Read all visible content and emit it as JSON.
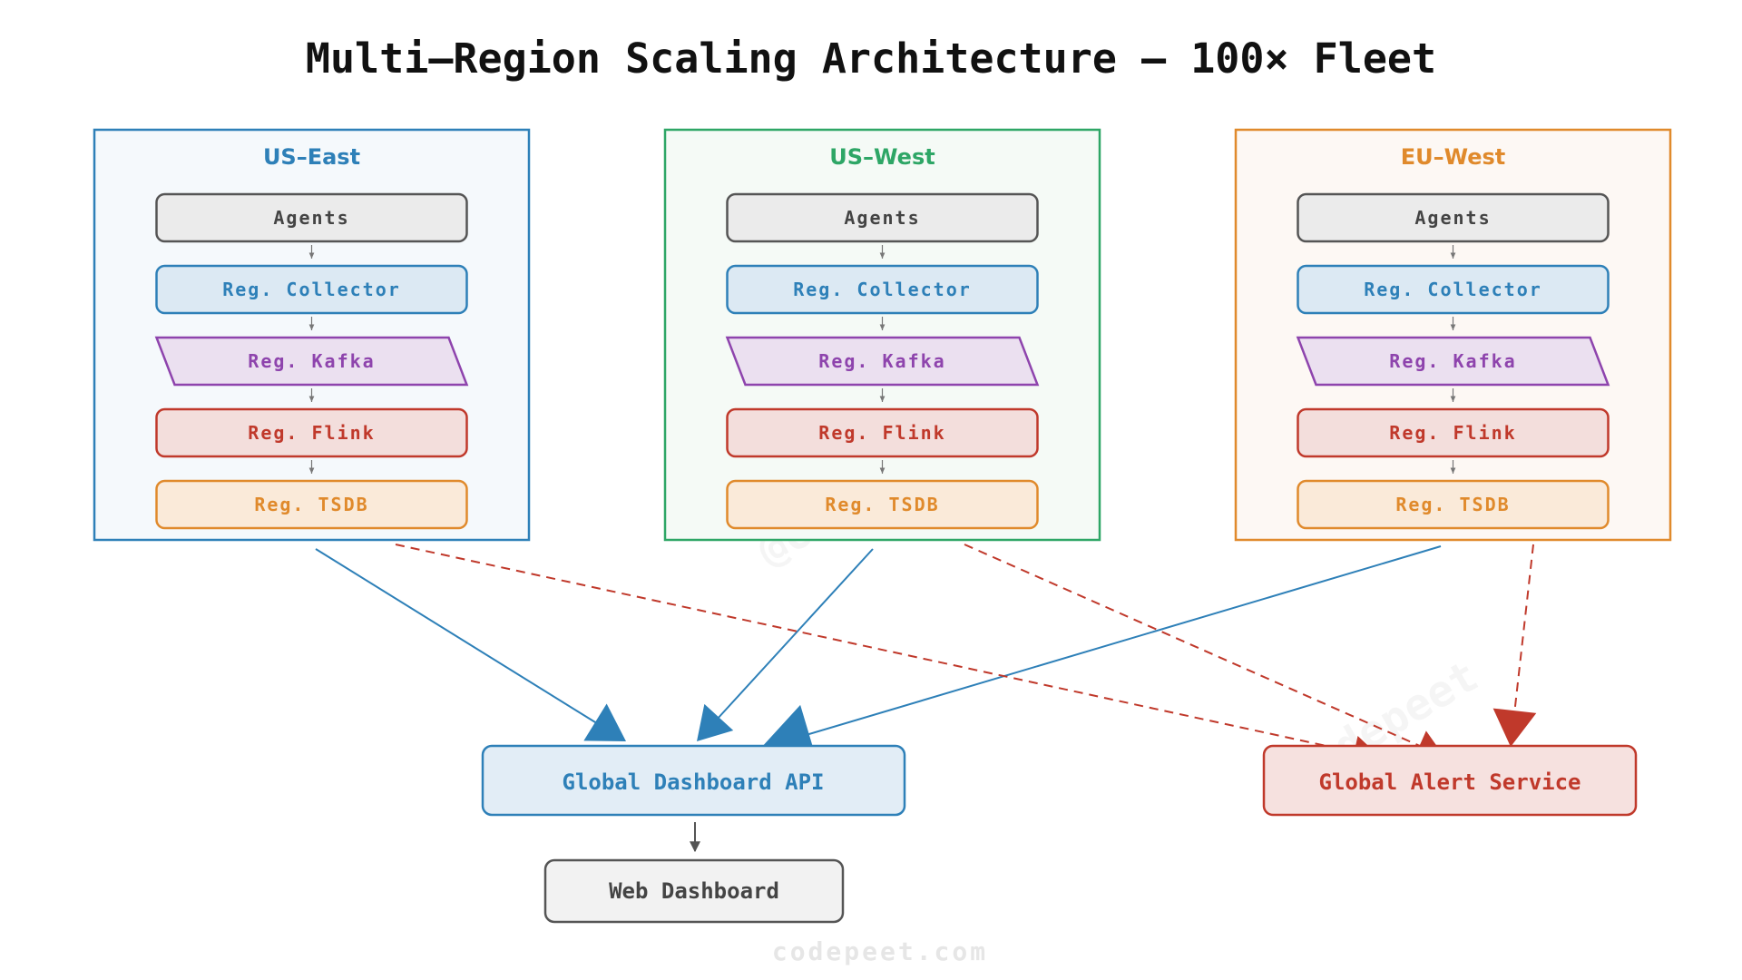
{
  "title": "Multi–Region Scaling Architecture — 100× Fleet",
  "regions": [
    {
      "name": "US–East",
      "color": "#2e80b8",
      "bg": "#f5f9fc",
      "nodes": [
        "Agents",
        "Reg. Collector",
        "Reg. Kafka",
        "Reg. Flink",
        "Reg. TSDB"
      ]
    },
    {
      "name": "US–West",
      "color": "#2ea666",
      "bg": "#f5faf6",
      "nodes": [
        "Agents",
        "Reg. Collector",
        "Reg. Kafka",
        "Reg. Flink",
        "Reg. TSDB"
      ]
    },
    {
      "name": "EU–West",
      "color": "#e08a2c",
      "bg": "#fdf8f4",
      "nodes": [
        "Agents",
        "Reg. Collector",
        "Reg. Kafka",
        "Reg. Flink",
        "Reg. TSDB"
      ]
    }
  ],
  "node_styles": {
    "agents": {
      "stroke": "#555555",
      "fill": "#ebebeb",
      "text": "#444444"
    },
    "collector": {
      "stroke": "#2e80b8",
      "fill": "#dce9f3",
      "text": "#2e80b8"
    },
    "kafka": {
      "stroke": "#8e44ad",
      "fill": "#ebe0f0",
      "text": "#8e44ad"
    },
    "flink": {
      "stroke": "#c0392b",
      "fill": "#f3dedc",
      "text": "#c0392b"
    },
    "tsdb": {
      "stroke": "#e08a2c",
      "fill": "#faead9",
      "text": "#e08a2c"
    }
  },
  "global_dashboard": {
    "label": "Global Dashboard API",
    "stroke": "#2e80b8",
    "fill": "#e2edf6",
    "text": "#2e80b8"
  },
  "global_alert": {
    "label": "Global Alert Service",
    "stroke": "#c0392b",
    "fill": "#f6e1df",
    "text": "#c0392b"
  },
  "web_dashboard": {
    "label": "Web Dashboard",
    "stroke": "#555555",
    "fill": "#f2f2f2",
    "text": "#444444"
  },
  "edge_colors": {
    "dashboard": "#2e80b8",
    "alert": "#c0392b",
    "internal": "#666666"
  },
  "watermark": "@codepeet",
  "footer": "codepeet.com"
}
